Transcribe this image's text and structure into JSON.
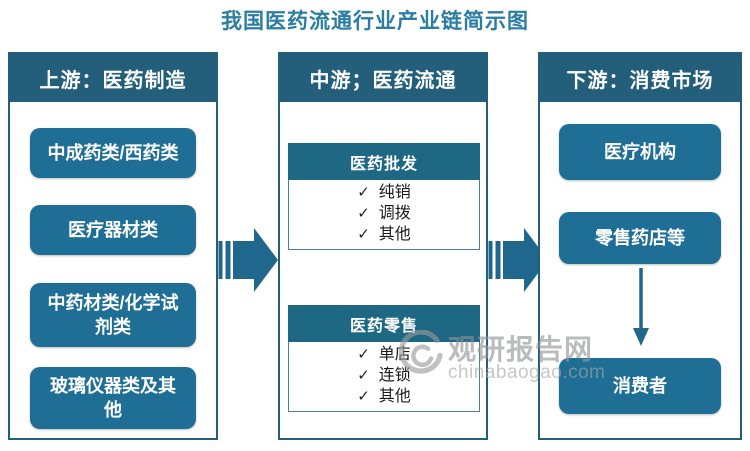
{
  "title": "我国医药流通行业产业链简示图",
  "glyphs": {
    "check": "✓"
  },
  "colors": {
    "panel_border_header": "#235f7b",
    "box_fill": "#1e6e96",
    "group_header": "#1e6884",
    "arrow": "#1f678c",
    "title_text": "#2b7da1",
    "watermark_gray": "#9a9a9a"
  },
  "columns": [
    {
      "header": "上游：医药制造",
      "boxes": [
        "中成药类/西药类",
        "医疗器材类",
        "中药材类/化学试剂类",
        "玻璃仪器类及其他"
      ]
    },
    {
      "header": "中游；医药流通",
      "groups": [
        {
          "title": "医药批发",
          "items": [
            "纯销",
            "调拨",
            "其他"
          ]
        },
        {
          "title": "医药零售",
          "items": [
            "单店",
            "连锁",
            "其他"
          ]
        }
      ]
    },
    {
      "header": "下游：消费市场",
      "boxes": [
        "医疗机构",
        "零售药店等",
        "消费者"
      ]
    }
  ],
  "watermark": {
    "site_name": "观研报告网",
    "domain": "chinabaogao.com"
  }
}
